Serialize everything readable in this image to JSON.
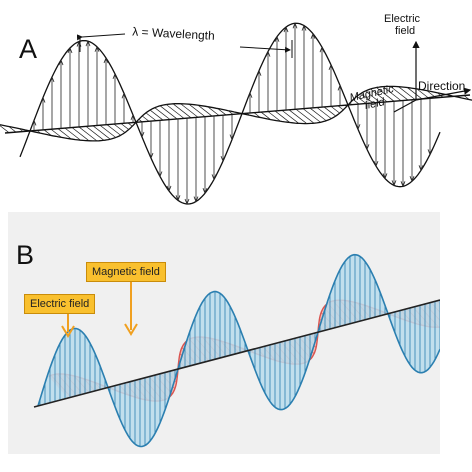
{
  "panel_a": {
    "label": "A",
    "wavelength_label": "λ = Wavelength",
    "electric_axis_label_line1": "Electric",
    "electric_axis_label_line2": "field",
    "magnetic_axis_label_line1": "Magnetic",
    "magnetic_axis_label_line2": "field",
    "direction_label": "Direction",
    "colors": {
      "stroke": "#111111",
      "hatch": "#222222"
    }
  },
  "panel_b": {
    "label": "B",
    "electric_callout": "Electric field",
    "magnetic_callout": "Magnetic field",
    "colors": {
      "background": "#f0f0f0",
      "electric_fill": "#b9dcec",
      "electric_stroke": "#2b7fb0",
      "magnetic_fill": "#f3b7b0",
      "magnetic_stroke": "#d9534f",
      "callout_fill": "#f9c02e",
      "axis": "#222222"
    }
  }
}
